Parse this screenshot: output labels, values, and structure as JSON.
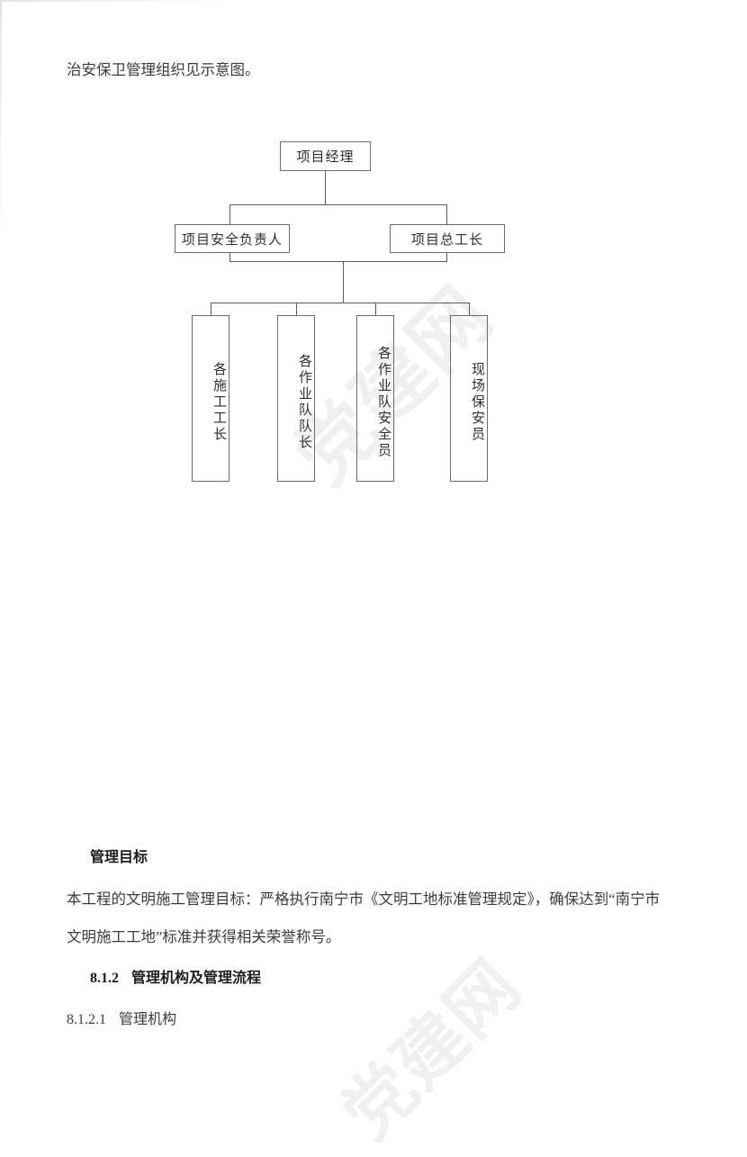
{
  "document": {
    "intro_line": "治安保卫管理组织见示意图。",
    "goal_heading": "管理目标",
    "goal_paragraph_line1": "本工程的文明施工管理目标：严格执行南宁市《文明工地标准管理规定》，确保达到“南宁市",
    "goal_paragraph_line2": "文明施工工地”标准并获得相关荣誉称号。",
    "section_812_number": "8.1.2",
    "section_812_title": "管理机构及管理流程",
    "section_8121_number": "8.1.2.1",
    "section_8121_title": "管理机构"
  },
  "org_chart": {
    "level1": {
      "label": "项目经理"
    },
    "level2": [
      {
        "label": "项目安全负责人"
      },
      {
        "label": "项目总工长"
      }
    ],
    "level3": [
      {
        "label": "各施工工长"
      },
      {
        "label": "各作业队队长"
      },
      {
        "label": "各作业队安全员"
      },
      {
        "label": "现场保安员"
      }
    ]
  },
  "watermark": {
    "chart_text": "党建网",
    "footer_text": "党建网"
  },
  "colors": {
    "page_background": "#ffffff",
    "text": "#3c3c3c",
    "heading": "#1d1d1d",
    "box_border": "#6d6d6d",
    "connector": "#5a5a5a",
    "watermark": "#f0f0f0"
  }
}
